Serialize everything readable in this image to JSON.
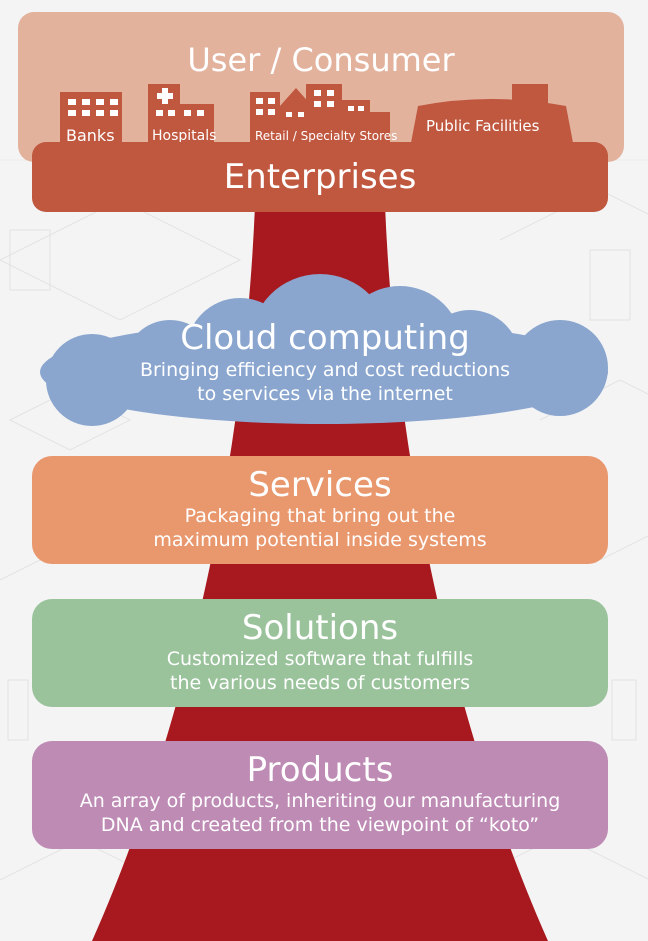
{
  "user": {
    "title": "User / Consumer",
    "sectors": [
      {
        "label": "Banks"
      },
      {
        "label": "Hospitals"
      },
      {
        "label": "Retail / Specialty Stores"
      },
      {
        "label": "Public Facilities"
      }
    ]
  },
  "enterprises": {
    "title": "Enterprises"
  },
  "cloud": {
    "title": "Cloud computing",
    "desc_line1": "Bringing efficiency and cost reductions",
    "desc_line2": "to services via the internet"
  },
  "services": {
    "title": "Services",
    "desc_line1": "Packaging that bring out the",
    "desc_line2": "maximum potential inside systems"
  },
  "solutions": {
    "title": "Solutions",
    "desc_line1": "Customized software that fulfills",
    "desc_line2": "the various needs of customers"
  },
  "products": {
    "title": "Products",
    "desc_line1": "An array of products, inheriting our manufacturing",
    "desc_line2": "DNA and created from the viewpoint of “koto”"
  },
  "colors": {
    "arrow": "#a8191f",
    "user": "#e2b29d",
    "enterprises": "#c0573f",
    "cloud": "#8aa6cf",
    "services": "#e9976d",
    "solutions": "#9ac39c",
    "products": "#be8bb5"
  }
}
